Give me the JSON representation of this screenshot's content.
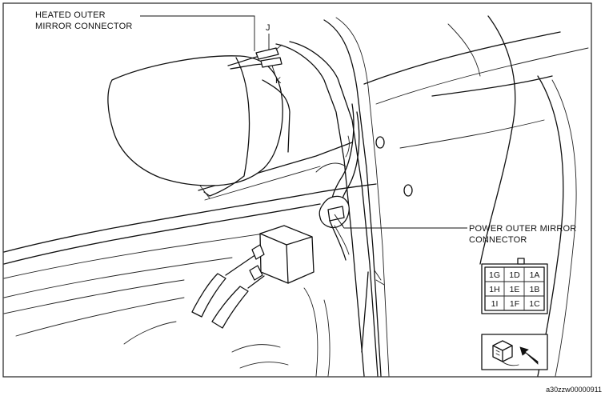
{
  "labels": {
    "heated_line1": "HEATED OUTER",
    "heated_line2": "MIRROR CONNECTOR",
    "j": "J",
    "k": "K",
    "power_line1": "POWER OUTER MIRROR",
    "power_line2": "CONNECTOR"
  },
  "connector_pins": [
    [
      "1G",
      "1D",
      "1A"
    ],
    [
      "1H",
      "1E",
      "1B"
    ],
    [
      "1I",
      "1F",
      "1C"
    ]
  ],
  "figure_code": "a30zzw00000911"
}
